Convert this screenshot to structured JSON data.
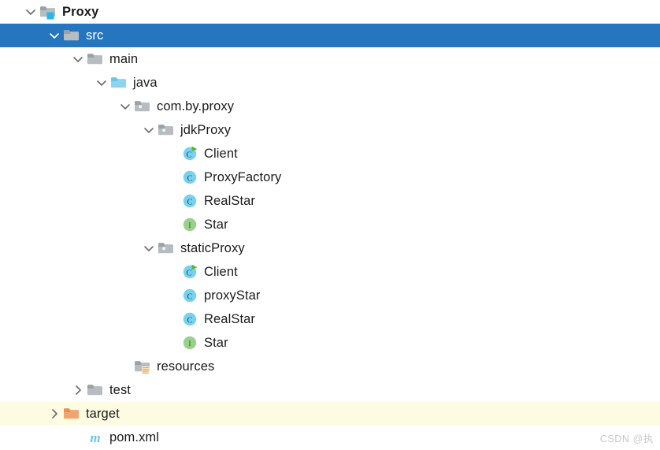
{
  "colors": {
    "selection_bg": "#2675bf",
    "selection_fg": "#ffffff",
    "highlight_bg": "#fdfce3",
    "text": "#1b1b1b",
    "folder_gray": "#b6bcc0",
    "folder_gray_dark": "#9aa2a7",
    "folder_blue": "#8ed4ef",
    "folder_orange": "#f0a570",
    "module_badge": "#29b6e8",
    "class_circle": "#77d2ef",
    "class_glyph": "#2c4356",
    "interface_circle": "#99d18b",
    "interface_glyph": "#2f4f2a",
    "run_arrow": "#59b33d",
    "maven_m": "#66c8ef",
    "resources_badge": "#e8a33d",
    "watermark": "#c8c8c8"
  },
  "watermark": "CSDN @执",
  "tree": {
    "rows": [
      {
        "id": "proxy",
        "label": "Proxy",
        "depth": 0,
        "twisty": "chevron-down-icon",
        "icon": "module-folder-icon",
        "bold": true,
        "state": "normal"
      },
      {
        "id": "src",
        "label": "src",
        "depth": 1,
        "twisty": "chevron-down-icon",
        "icon": "folder-icon",
        "bold": false,
        "state": "selected"
      },
      {
        "id": "main",
        "label": "main",
        "depth": 2,
        "twisty": "chevron-down-icon",
        "icon": "folder-icon",
        "bold": false,
        "state": "normal"
      },
      {
        "id": "java",
        "label": "java",
        "depth": 3,
        "twisty": "chevron-down-icon",
        "icon": "source-folder-icon",
        "bold": false,
        "state": "normal"
      },
      {
        "id": "com-by-proxy",
        "label": "com.by.proxy",
        "depth": 4,
        "twisty": "chevron-down-icon",
        "icon": "package-icon",
        "bold": false,
        "state": "normal"
      },
      {
        "id": "jdkproxy",
        "label": "jdkProxy",
        "depth": 5,
        "twisty": "chevron-down-icon",
        "icon": "package-icon",
        "bold": false,
        "state": "normal"
      },
      {
        "id": "jdkproxy-client",
        "label": "Client",
        "depth": 6,
        "twisty": "none",
        "icon": "class-runnable-icon",
        "bold": false,
        "state": "normal"
      },
      {
        "id": "jdkproxy-proxyfactory",
        "label": "ProxyFactory",
        "depth": 6,
        "twisty": "none",
        "icon": "class-icon",
        "bold": false,
        "state": "normal"
      },
      {
        "id": "jdkproxy-realstar",
        "label": "RealStar",
        "depth": 6,
        "twisty": "none",
        "icon": "class-icon",
        "bold": false,
        "state": "normal"
      },
      {
        "id": "jdkproxy-star",
        "label": "Star",
        "depth": 6,
        "twisty": "none",
        "icon": "interface-icon",
        "bold": false,
        "state": "normal"
      },
      {
        "id": "staticproxy",
        "label": "staticProxy",
        "depth": 5,
        "twisty": "chevron-down-icon",
        "icon": "package-icon",
        "bold": false,
        "state": "normal"
      },
      {
        "id": "staticproxy-client",
        "label": "Client",
        "depth": 6,
        "twisty": "none",
        "icon": "class-runnable-icon",
        "bold": false,
        "state": "normal"
      },
      {
        "id": "staticproxy-proxystar",
        "label": "proxyStar",
        "depth": 6,
        "twisty": "none",
        "icon": "class-icon",
        "bold": false,
        "state": "normal"
      },
      {
        "id": "staticproxy-realstar",
        "label": "RealStar",
        "depth": 6,
        "twisty": "none",
        "icon": "class-icon",
        "bold": false,
        "state": "normal"
      },
      {
        "id": "staticproxy-star",
        "label": "Star",
        "depth": 6,
        "twisty": "none",
        "icon": "interface-icon",
        "bold": false,
        "state": "normal"
      },
      {
        "id": "resources",
        "label": "resources",
        "depth": 4,
        "twisty": "none",
        "icon": "resources-folder-icon",
        "bold": false,
        "state": "normal"
      },
      {
        "id": "test",
        "label": "test",
        "depth": 2,
        "twisty": "chevron-right-icon",
        "icon": "folder-icon",
        "bold": false,
        "state": "normal"
      },
      {
        "id": "target",
        "label": "target",
        "depth": 1,
        "twisty": "chevron-right-icon",
        "icon": "excluded-folder-icon",
        "bold": false,
        "state": "highlight"
      },
      {
        "id": "pom-xml",
        "label": "pom.xml",
        "depth": 2,
        "twisty": "none",
        "icon": "maven-file-icon",
        "bold": false,
        "state": "normal"
      }
    ]
  }
}
